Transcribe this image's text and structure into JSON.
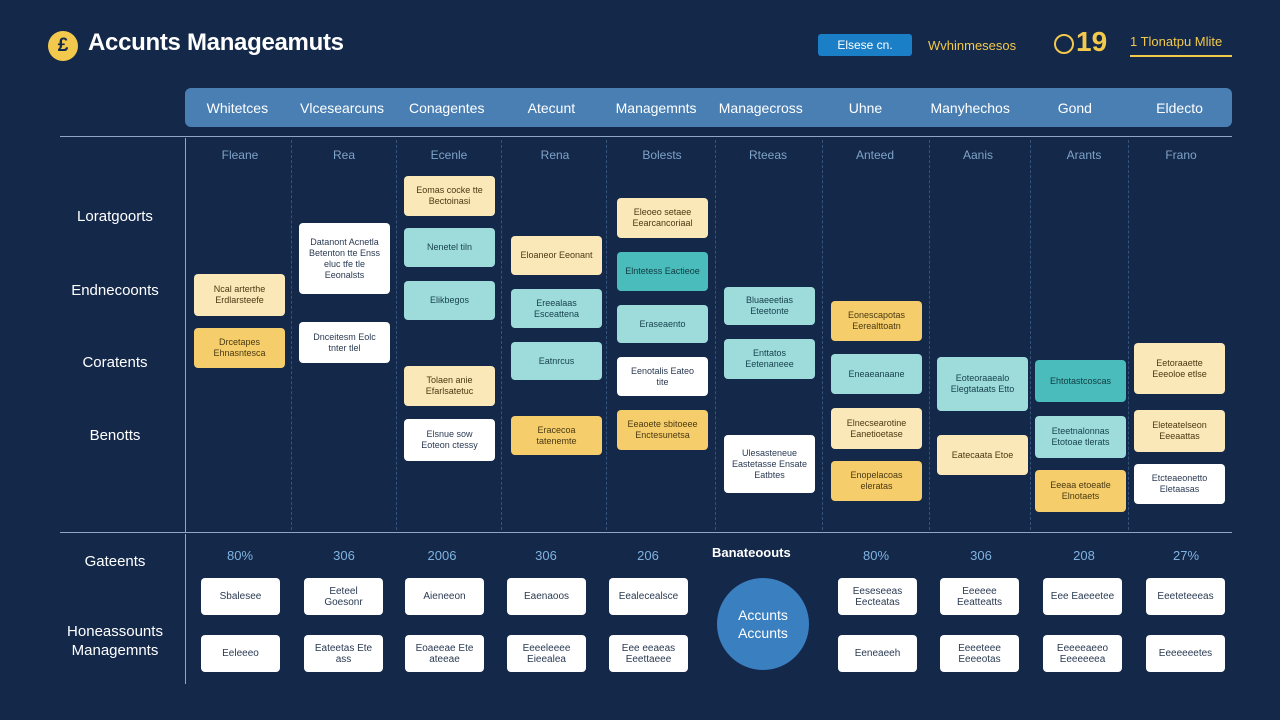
{
  "header": {
    "logo_glyph": "£",
    "title": "Accunts Manageamuts",
    "button_label": "Elsese cn.",
    "link_label": "Wvhinmesesos",
    "counter_value": "19",
    "user_label": "1 Tlonatpu Mlite"
  },
  "columns": [
    "Whitetces",
    "Vlcesearcuns",
    "Conagentes",
    "Atecunt",
    "Managemnts",
    "Managecross",
    "Uhne",
    "Manyhechos",
    "Gond",
    "Eldecto"
  ],
  "sub_headers": [
    "Fleane",
    "Rea",
    "Ecenle",
    "Rena",
    "Bolests",
    "Rteeas",
    "Anteed",
    "Aanis",
    "Arants",
    "Frano"
  ],
  "row_labels": [
    "Loratgoorts",
    "Endnecoonts",
    "Coratents",
    "Benotts"
  ],
  "cards": [
    {
      "text": "Ncal arterthe Erdlarsteefe",
      "color": "cream"
    },
    {
      "text": "Nenetel tiln",
      "color": "cyan"
    },
    {
      "text": "Elikbegos",
      "color": "cyan"
    },
    {
      "text": "Eomas cocke tte Bectoinasi",
      "color": "cream"
    },
    {
      "text": "Elsnue sow Eoteon ctessy",
      "color": "white"
    },
    {
      "text": "Datanont Acnetla Betenton tte Enss eluc tfe tle Eeonalsts",
      "color": "white"
    },
    {
      "text": "Dnceitesm Eolc tnter tlel",
      "color": "white"
    },
    {
      "text": "Tolaen anie Efarlsatetuc",
      "color": "cream"
    },
    {
      "text": "Drcetapes Ehnasntesca",
      "color": "yellow"
    },
    {
      "text": "Eloaneor Eeonant",
      "color": "cream"
    },
    {
      "text": "Ereealaas Esceattena",
      "color": "cyan"
    },
    {
      "text": "Eatnrcus",
      "color": "cyan"
    },
    {
      "text": "Eracecoa tatenemte",
      "color": "yellow"
    },
    {
      "text": "Eleoeo setaee Eearcancoriaal",
      "color": "cream"
    },
    {
      "text": "Elntetess Eactieoe",
      "color": "teal"
    },
    {
      "text": "Eraseaento",
      "color": "cyan"
    },
    {
      "text": "Eenotalis Eateo tite",
      "color": "white"
    },
    {
      "text": "Eeaoete sbitoeee Enctesunetsa",
      "color": "yellow"
    },
    {
      "text": "Bluaeeetias Eteetonte",
      "color": "cyan"
    },
    {
      "text": "Enttatos Eetenaneee",
      "color": "cyan"
    },
    {
      "text": "Ulesasteneue Eastetasse Ensate Eatbtes",
      "color": "white"
    },
    {
      "text": "Eonescapotas Eerealttoatn",
      "color": "yellow"
    },
    {
      "text": "Eneaeanaane",
      "color": "cyan"
    },
    {
      "text": "Elnecsearotine Eanetioetase",
      "color": "cream"
    },
    {
      "text": "Enopelacoas eleratas",
      "color": "yellow"
    },
    {
      "text": "Eoteoraaealo Elegtataats Etto",
      "color": "cyan"
    },
    {
      "text": "Eatecaata Etoe",
      "color": "cream"
    },
    {
      "text": "Ehtotastcoscas",
      "color": "teal"
    },
    {
      "text": "Eteetnalonnas Etotoae tlerats",
      "color": "cyan"
    },
    {
      "text": "Eeeaa etoeatle Elnotaets",
      "color": "yellow"
    },
    {
      "text": "Eetoraaette Eeeoloe etlse",
      "color": "cream"
    },
    {
      "text": "Eleteatelseon Eeeaattas",
      "color": "cream"
    },
    {
      "text": "Etcteaeonetto Eletaasas",
      "color": "white"
    }
  ],
  "bottom": {
    "label_top": "Gateents",
    "label_bottom": "Honeassounts Managemnts",
    "title": "Banateoouts",
    "percentages": [
      "80%",
      "306",
      "2006",
      "306",
      "206",
      "80%",
      "306",
      "208",
      "27%"
    ],
    "row1": [
      "Sbalesee",
      "Eeteel Goesonr",
      "Aieneeon",
      "Eaenaoos",
      "Eealecealsce",
      "Eeseseeas Eecteatas",
      "Eeeeee Eeatteatts",
      "Eee Eaeeetee",
      "Eeeteteeeas"
    ],
    "row2": [
      "Eeleeeo",
      "Eateetas Ete ass",
      "Eoaeeae Ete ateeae",
      "Eeeeleeee Eieealea",
      "Eee eeaeas Eeettaeee",
      "Eeneaeeh",
      "Eeeeteee Eeeeotas",
      "Eeeeeaeeo Eeeeeeea",
      "Eeeeeeetes"
    ],
    "bubble_line1": "Accunts",
    "bubble_line2": "Accunts"
  }
}
